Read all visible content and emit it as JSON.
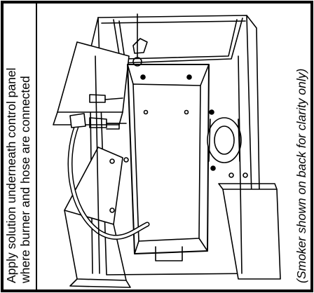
{
  "caption_left": {
    "line1": "Apply solution underneath control panel",
    "line2": "where burner and hose are connected"
  },
  "caption_right": "(Smoker shown on back for clarity only)"
}
